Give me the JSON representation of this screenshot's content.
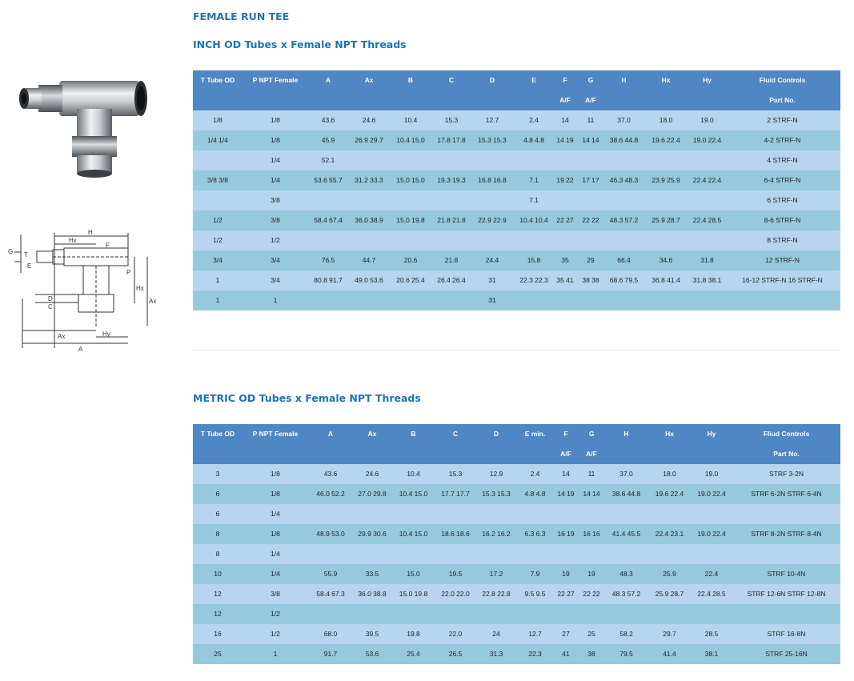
{
  "page": {
    "title": "FEMALE RUN TEE",
    "inch_subtitle": "INCH OD Tubes x Female NPT Threads",
    "metric_subtitle": "METRIC OD Tubes x Female NPT Threads"
  },
  "diagram": {
    "labels": [
      "H",
      "Hx",
      "F",
      "G",
      "T",
      "E",
      "P",
      "Hx",
      "Ax",
      "D",
      "C",
      "Ax",
      "Hy",
      "A"
    ]
  },
  "inch_table": {
    "header_top": [
      "T Tube OD",
      "P NPT Female",
      "A",
      "Ax",
      "B",
      "C",
      "D",
      "E",
      "F",
      "G",
      "H",
      "Hx",
      "Hy",
      "Fluid Controls"
    ],
    "header_bottom": [
      "",
      "",
      "",
      "",
      "",
      "",
      "",
      "",
      "A/F",
      "A/F",
      "",
      "",
      "",
      "Part No."
    ],
    "rows": [
      [
        "1/8",
        "1/8",
        "43.6",
        "24.6",
        "10.4",
        "15.3",
        "12.7",
        "2.4",
        "14",
        "11",
        "37.0",
        "18.0",
        "19.0",
        "2 STRF-N"
      ],
      [
        "1/4 1/4",
        "1/8",
        "45.9",
        "26.9 29.7",
        "10.4 15.0",
        "17.8 17.8",
        "15.3 15.3",
        "4.8 4.8",
        "14 19",
        "14 14",
        "38.6 44.8",
        "19.6 22.4",
        "19.0 22.4",
        "4-2 STRF-N"
      ],
      [
        "",
        "1/4",
        "52.1",
        "",
        "",
        "",
        "",
        "",
        "",
        "",
        "",
        "",
        "",
        "4 STRF-N"
      ],
      [
        "3/8 3/8",
        "1/4",
        "53.6 55.7",
        "31.2 33.3",
        "15.0 15.0",
        "19.3 19.3",
        "16.8 16.8",
        "7.1",
        "19 22",
        "17 17",
        "46.3 48.3",
        "23.9 25.9",
        "22.4 22.4",
        "6-4 STRF-N"
      ],
      [
        "",
        "3/8",
        "",
        "",
        "",
        "",
        "",
        "7.1",
        "",
        "",
        "",
        "",
        "",
        "6 STRF-N"
      ],
      [
        "1/2",
        "3/8",
        "58.4 67.4",
        "36.0 38.9",
        "15.0 19.8",
        "21.8 21.8",
        "22.9 22.9",
        "10.4 10.4",
        "22 27",
        "22 22",
        "48.3 57.2",
        "25.9 28.7",
        "22.4 28.5",
        "8-6 STRF-N"
      ],
      [
        "1/2",
        "1/2",
        "",
        "",
        "",
        "",
        "",
        "",
        "",
        "",
        "",
        "",
        "",
        "8 STRF-N"
      ],
      [
        "3/4",
        "3/4",
        "76.5",
        "44.7",
        "20.6",
        "21.8",
        "24.4",
        "15.8",
        "35",
        "29",
        "66.4",
        "34.6",
        "31.8",
        "12 STRF-N"
      ],
      [
        "1",
        "3/4",
        "80.8 91.7",
        "49.0 53.6",
        "20.6 25.4",
        "26.4 26.4",
        "31",
        "22.3 22.3",
        "35 41",
        "38 38",
        "68.6 79.5",
        "36.8 41.4",
        "31.8 38.1",
        "16-12 STRF-N 16 STRF-N"
      ],
      [
        "1",
        "1",
        "",
        "",
        "",
        "",
        "31",
        "",
        "",
        "",
        "",
        "",
        "",
        ""
      ]
    ]
  },
  "metric_table": {
    "header_top": [
      "T Tube OD",
      "P NPT Female",
      "A",
      "Ax",
      "B",
      "C",
      "D",
      "E min.",
      "F",
      "G",
      "H",
      "Hx",
      "Hy",
      "Fliud Controls"
    ],
    "header_bottom": [
      "",
      "",
      "",
      "",
      "",
      "",
      "",
      "",
      "A/F",
      "A/F",
      "",
      "",
      "",
      "Part No."
    ],
    "rows": [
      [
        "3",
        "1/8",
        "43.6",
        "24.6",
        "10.4",
        "15.3",
        "12.9",
        "2.4",
        "14",
        "11",
        "37.0",
        "18.0",
        "19.0",
        "STRF 3-2N"
      ],
      [
        "6",
        "1/8",
        "46.0 52.2",
        "27.0 29.8",
        "10.4 15.0",
        "17.7 17.7",
        "15.3 15.3",
        "4.8 4.8",
        "14 19",
        "14 14",
        "38.6 44.8",
        "19.6 22.4",
        "19.0 22.4",
        "STRF 6-2N STRF 6-4N"
      ],
      [
        "6",
        "1/4",
        "",
        "",
        "",
        "",
        "",
        "",
        "",
        "",
        "",
        "",
        "",
        ""
      ],
      [
        "8",
        "1/8",
        "48.9 53.0",
        "29.9 30.6",
        "10.4 15.0",
        "18.6 18.6",
        "16.2 16.2",
        "6.3 6.3",
        "16 19",
        "16 16",
        "41.4 45.5",
        "22.4 23.1",
        "19.0 22.4",
        "STRF 8-2N STRF 8-4N"
      ],
      [
        "8",
        "1/4",
        "",
        "",
        "",
        "",
        "",
        "",
        "",
        "",
        "",
        "",
        "",
        ""
      ],
      [
        "10",
        "1/4",
        "55.9",
        "33.5",
        "15.0",
        "19.5",
        "17.2",
        "7.9",
        "19",
        "19",
        "48.3",
        "25.9",
        "22.4",
        "STRF 10-4N"
      ],
      [
        "12",
        "3/8",
        "58.4 67.3",
        "36.0 38.8",
        "15.0 19.8",
        "22.0 22.0",
        "22.8 22.8",
        "9.5 9.5",
        "22 27",
        "22 22",
        "48.3 57.2",
        "25.9 28.7",
        "22.4 28.5",
        "STRF 12-6N STRF 12-8N"
      ],
      [
        "12",
        "1/2",
        "",
        "",
        "",
        "",
        "",
        "",
        "",
        "",
        "",
        "",
        "",
        ""
      ],
      [
        "16",
        "1/2",
        "68.0",
        "39.5",
        "19.8",
        "22.0",
        "24",
        "12.7",
        "27",
        "25",
        "58.2",
        "29.7",
        "28.5",
        "STRF 16-8N"
      ],
      [
        "25",
        "1",
        "91.7",
        "53.6",
        "25.4",
        "26.5",
        "31.3",
        "22.3",
        "41",
        "38",
        "79.5",
        "41.4",
        "38.1",
        "STRF 25-16N"
      ]
    ]
  },
  "colors": {
    "heading": "#1e73b8",
    "table_header": "#4f86c4",
    "row_light": "#b7d5ee",
    "row_teal": "#96c9db"
  }
}
